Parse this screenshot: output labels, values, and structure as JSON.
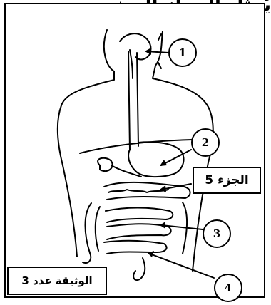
{
  "top_strip_text": "يُمثل الجهاز الهضمي",
  "part_label": "الجزء 5",
  "document_label": "الوثيقة عدد 3",
  "callouts": [
    "1",
    "2",
    "3",
    "4"
  ]
}
